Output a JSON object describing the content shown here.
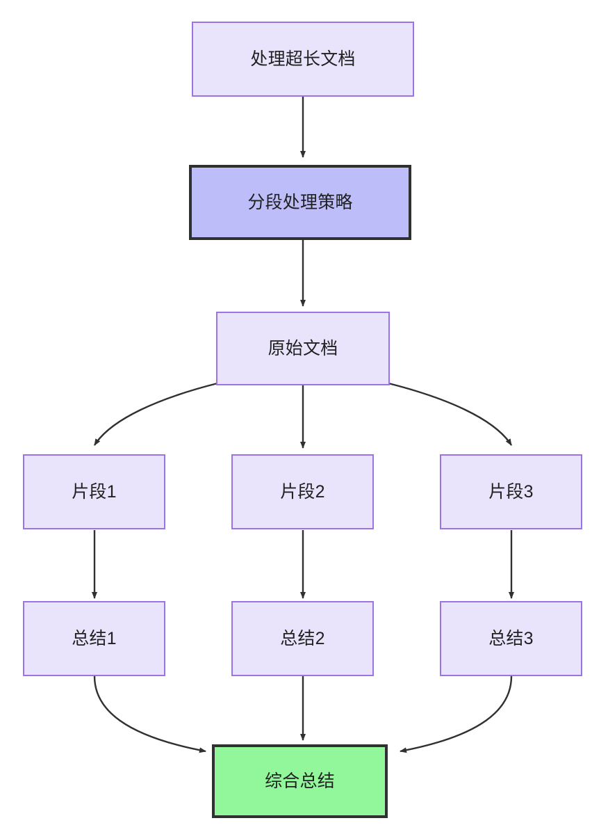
{
  "diagram": {
    "type": "flowchart",
    "direction": "top-to-bottom",
    "background": "#ffffff",
    "palette": {
      "node_fill": "#e9e4fb",
      "node_border": "#9a74e6",
      "strategy_fill": "#bdbdfa",
      "strategy_border": "#2f3030",
      "result_fill": "#91f79a",
      "result_border": "#2f3030",
      "edge_stroke": "#2f3030",
      "label_color": "#1f2020"
    },
    "nodes": [
      {
        "id": "doc",
        "label": "处理超长文档",
        "style": "normal"
      },
      {
        "id": "strategy",
        "label": "分段处理策略",
        "style": "strategy"
      },
      {
        "id": "source",
        "label": "原始文档",
        "style": "normal"
      },
      {
        "id": "chunk1",
        "label": "片段1",
        "style": "normal"
      },
      {
        "id": "chunk2",
        "label": "片段2",
        "style": "normal"
      },
      {
        "id": "chunk3",
        "label": "片段3",
        "style": "normal"
      },
      {
        "id": "summary1",
        "label": "总结1",
        "style": "normal"
      },
      {
        "id": "summary2",
        "label": "总结2",
        "style": "normal"
      },
      {
        "id": "summary3",
        "label": "总结3",
        "style": "normal"
      },
      {
        "id": "final",
        "label": "综合总结",
        "style": "result"
      }
    ],
    "edges": [
      {
        "from": "doc",
        "to": "strategy",
        "shape": "straight"
      },
      {
        "from": "strategy",
        "to": "source",
        "shape": "straight"
      },
      {
        "from": "source",
        "to": "chunk1",
        "shape": "curve"
      },
      {
        "from": "source",
        "to": "chunk2",
        "shape": "straight"
      },
      {
        "from": "source",
        "to": "chunk3",
        "shape": "curve"
      },
      {
        "from": "chunk1",
        "to": "summary1",
        "shape": "straight"
      },
      {
        "from": "chunk2",
        "to": "summary2",
        "shape": "straight"
      },
      {
        "from": "chunk3",
        "to": "summary3",
        "shape": "straight"
      },
      {
        "from": "summary1",
        "to": "final",
        "shape": "curve"
      },
      {
        "from": "summary2",
        "to": "final",
        "shape": "straight"
      },
      {
        "from": "summary3",
        "to": "final",
        "shape": "curve"
      }
    ]
  }
}
